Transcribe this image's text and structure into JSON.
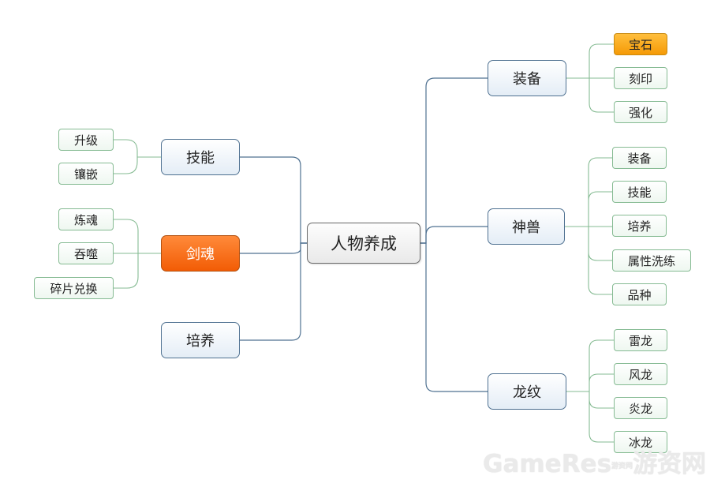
{
  "root": {
    "label": "人物养成"
  },
  "left_branches": [
    {
      "label": "技能",
      "highlight": false,
      "leaves": [
        {
          "label": "升级"
        },
        {
          "label": "镶嵌"
        }
      ]
    },
    {
      "label": "剑魂",
      "highlight": true,
      "leaves": [
        {
          "label": "炼魂"
        },
        {
          "label": "吞噬"
        },
        {
          "label": "碎片兑换"
        }
      ]
    },
    {
      "label": "培养",
      "highlight": false,
      "leaves": []
    }
  ],
  "right_branches": [
    {
      "label": "装备",
      "highlight": false,
      "leaves": [
        {
          "label": "宝石",
          "highlight": true
        },
        {
          "label": "刻印"
        },
        {
          "label": "强化"
        }
      ]
    },
    {
      "label": "神兽",
      "highlight": false,
      "leaves": [
        {
          "label": "装备"
        },
        {
          "label": "技能"
        },
        {
          "label": "培养"
        },
        {
          "label": "属性洗练"
        },
        {
          "label": "品种"
        }
      ]
    },
    {
      "label": "龙纹",
      "highlight": false,
      "leaves": [
        {
          "label": "雷龙"
        },
        {
          "label": "风龙"
        },
        {
          "label": "炎龙"
        },
        {
          "label": "冰龙"
        }
      ]
    }
  ],
  "colors": {
    "branch_line": "#4f7191",
    "leaf_line": "#86bb93",
    "highlight_branch": "#f25c05",
    "highlight_leaf": "#f59a06"
  },
  "watermark": {
    "main": "GameRes",
    "small": "游资网",
    "brand": "游资网"
  }
}
